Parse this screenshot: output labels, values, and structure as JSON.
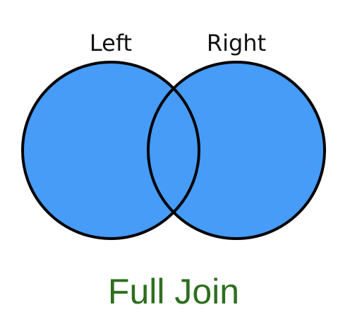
{
  "diagram": {
    "left_label": "Left",
    "right_label": "Right",
    "caption": "Full Join"
  },
  "colors": {
    "fill": "#469cf7",
    "stroke": "#000000",
    "caption": "#2e6e1f"
  }
}
